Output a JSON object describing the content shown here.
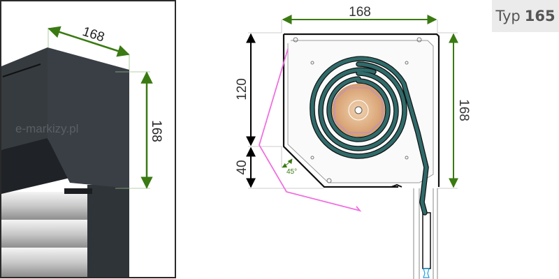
{
  "badge": {
    "prefix": "Typ",
    "number": "165"
  },
  "photo": {
    "watermark": "e-markizy.pl",
    "depth_label": "168",
    "height_label": "168"
  },
  "drawing": {
    "width_label": "168",
    "height_label": "168",
    "upper_label": "120",
    "lower_label": "40",
    "angle_label": "45°"
  },
  "colors": {
    "dimension_green": "#3a7a12",
    "housing": "#3a3f45",
    "slat": "#2f6b6a",
    "spring": "#f070e0",
    "shaft": "#d9a679"
  }
}
